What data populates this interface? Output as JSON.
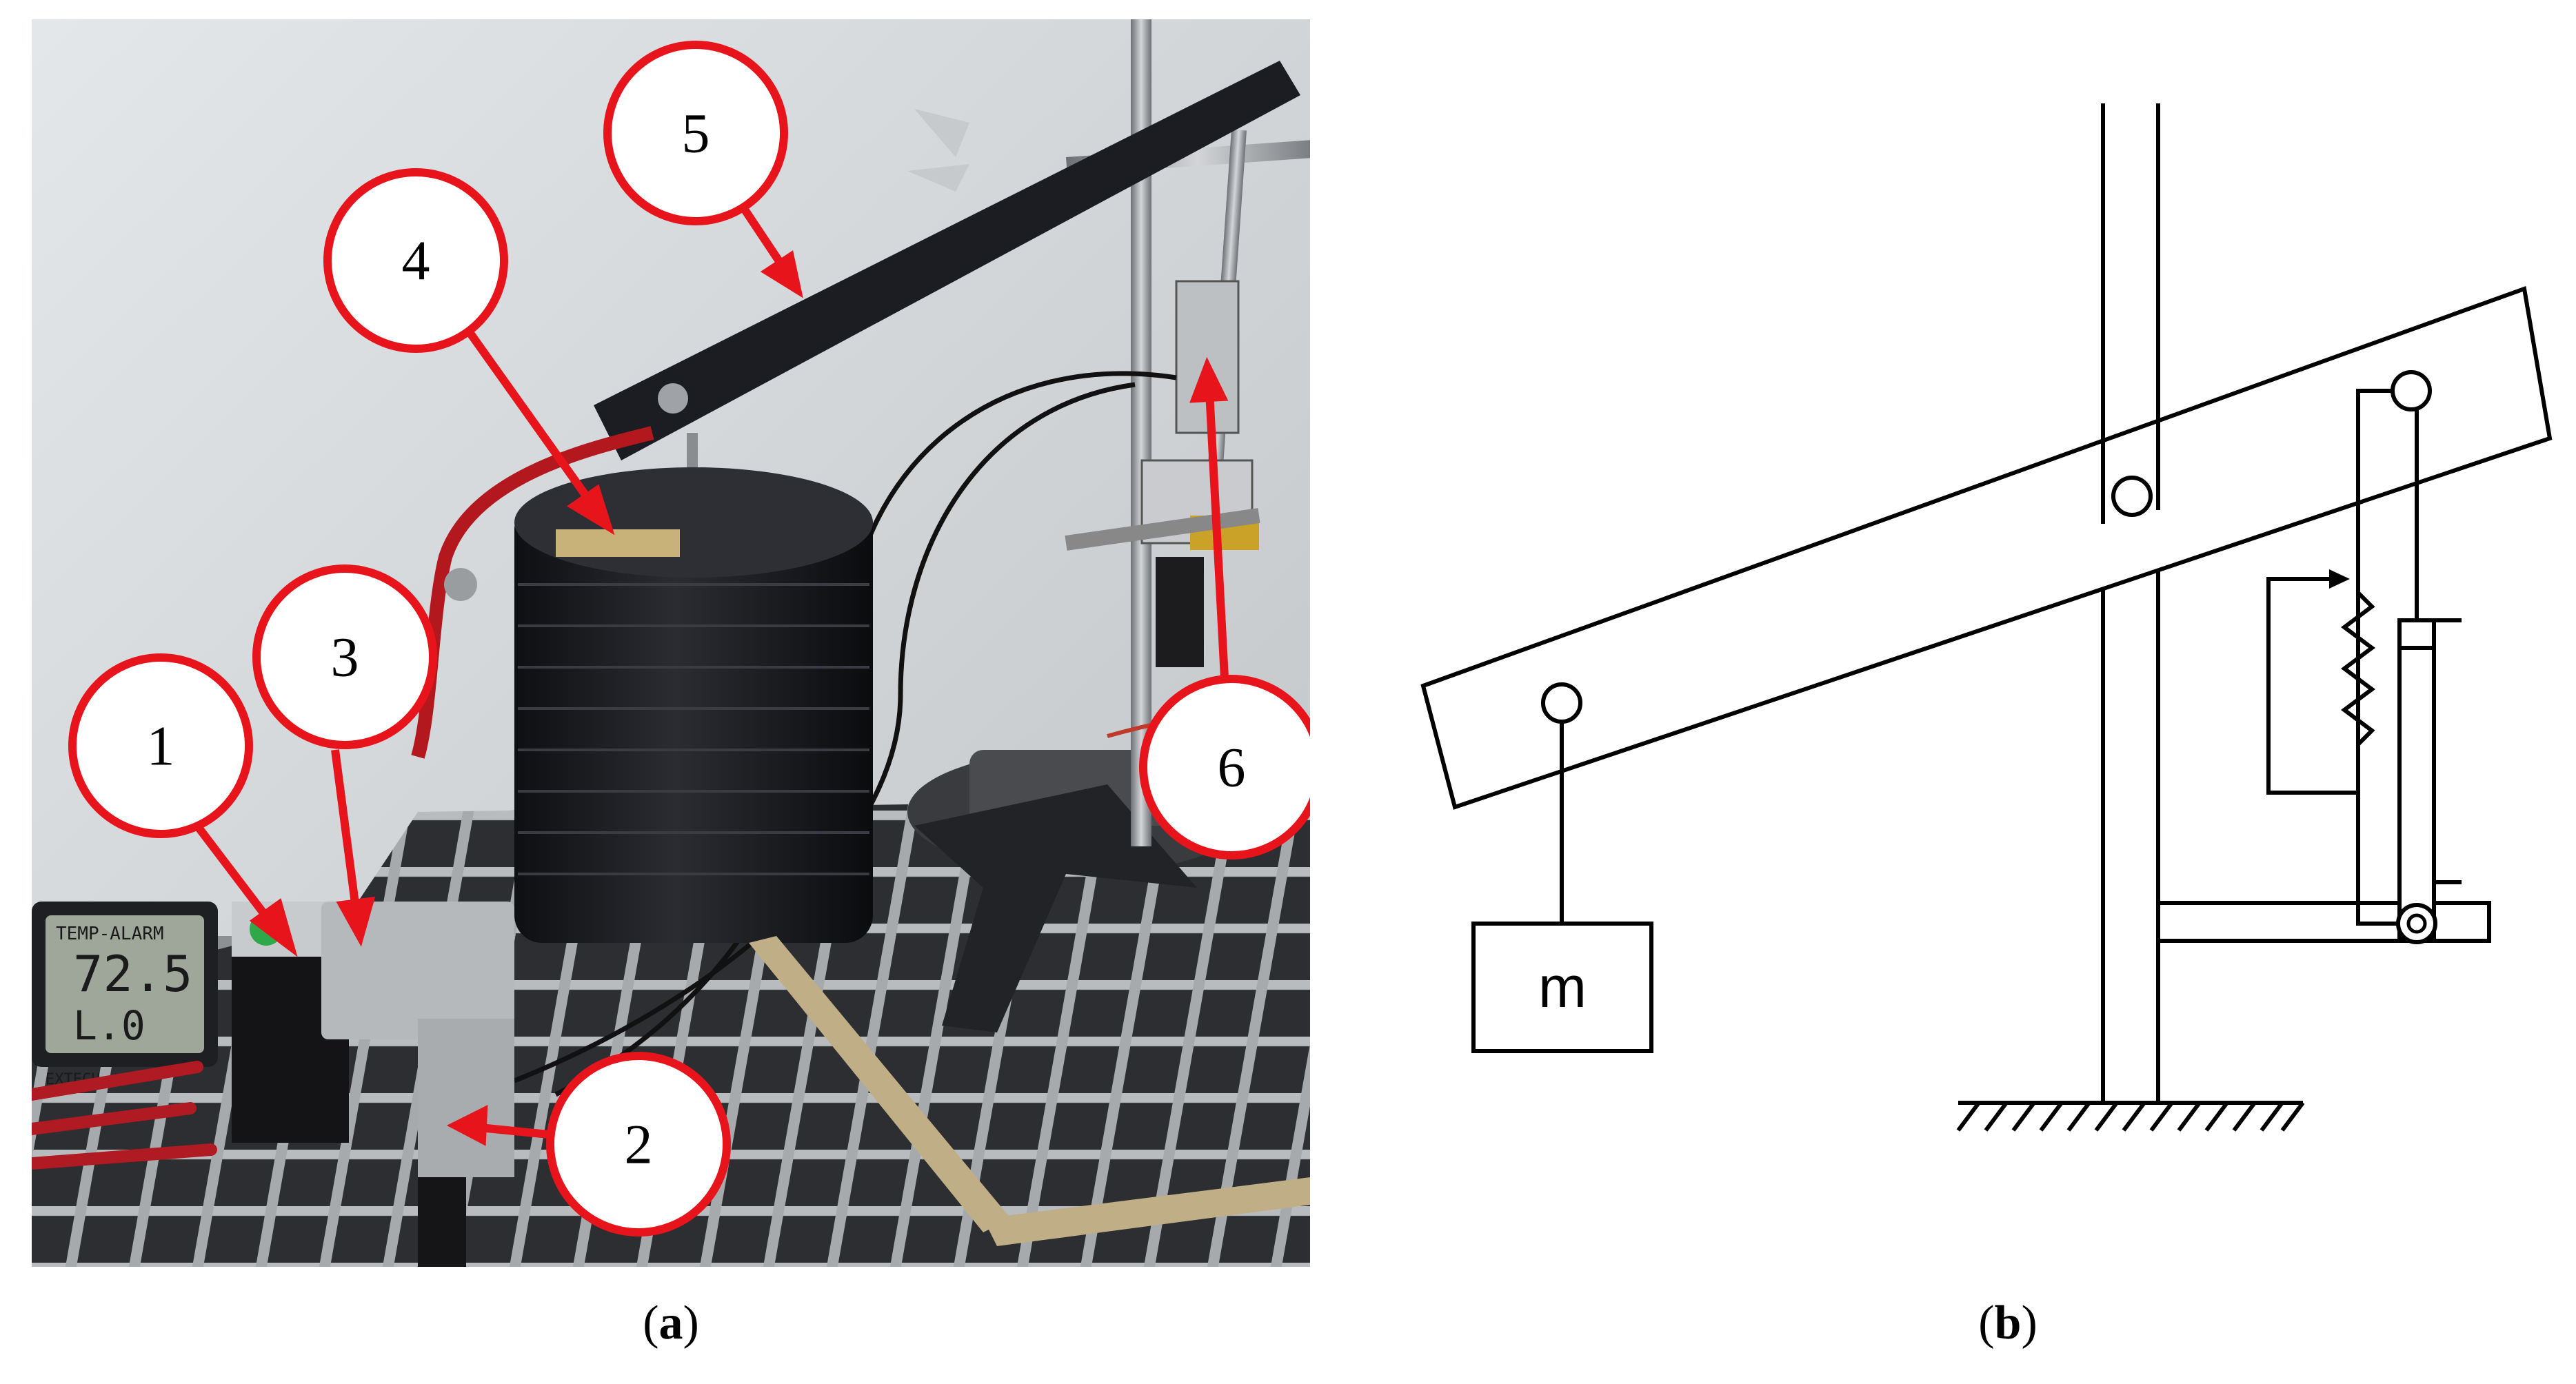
{
  "figure": {
    "panel_a": {
      "caption_open": "(",
      "caption_letter": "a",
      "caption_close": ")",
      "callouts": [
        {
          "label": "1",
          "target": "sensor connector"
        },
        {
          "label": "2",
          "target": "cable junction"
        },
        {
          "label": "3",
          "target": "amplifier box"
        },
        {
          "label": "4",
          "target": "stacked mass"
        },
        {
          "label": "5",
          "target": "lever arm"
        },
        {
          "label": "6",
          "target": "displacement sensor"
        }
      ],
      "temp_display": {
        "brand": "TEMP-ALARM",
        "reading_top": "72.5",
        "reading_bottom": "L.0",
        "maker": "EXTECH"
      },
      "colors": {
        "callout_ring": "#e8141b",
        "arrow": "#e8141b",
        "arm": "#1b1d22",
        "mass": "#141518",
        "background_wall": "#d8dbdd"
      }
    },
    "panel_b": {
      "caption_open": "(",
      "caption_letter": "b",
      "caption_close": ")",
      "mass_label": "m"
    }
  }
}
